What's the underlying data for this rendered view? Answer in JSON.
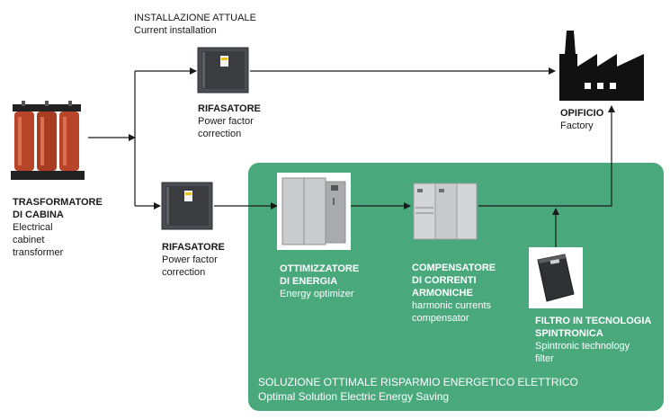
{
  "current_installation": {
    "title": "INSTALLAZIONE ATTUALE",
    "subtitle": "Current installation"
  },
  "transformer": {
    "title_line1": "TRASFORMATORE",
    "title_line2": "DI CABINA",
    "sub_line1": "Electrical",
    "sub_line2": "cabinet",
    "sub_line3": "transformer"
  },
  "pfc_top": {
    "title": "RIFASATORE",
    "sub_line1": "Power factor",
    "sub_line2": "correction"
  },
  "pfc_bottom": {
    "title": "RIFASATORE",
    "sub_line1": "Power factor",
    "sub_line2": "correction"
  },
  "factory": {
    "title": "OPIFICIO",
    "subtitle": "Factory"
  },
  "optimizer": {
    "title_line1": "OTTIMIZZATORE",
    "title_line2": "DI ENERGIA",
    "subtitle": "Energy optimizer"
  },
  "compensator": {
    "title_line1": "COMPENSATORE",
    "title_line2": "DI CORRENTI",
    "title_line3": "ARMONICHE",
    "sub_line1": "harmonic currents",
    "sub_line2": "compensator"
  },
  "filter": {
    "title_line1": "FILTRO IN TECNOLOGIA",
    "title_line2": "SPINTRONICA",
    "sub_line1": "Spintronic technology",
    "sub_line2": "filter"
  },
  "solution": {
    "title": "SOLUZIONE OTTIMALE RISPARMIO ENERGETICO ELETTRICO",
    "subtitle": "Optimal Solution Electric Energy Saving"
  },
  "colors": {
    "panel": "#4aa97c",
    "wire": "#1a1a1a",
    "transformer_coil": "#b8452a"
  }
}
